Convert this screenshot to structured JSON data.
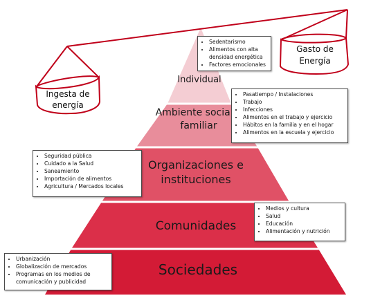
{
  "scale": {
    "left_bucket": {
      "line1": "Ingesta de",
      "line2": "energía"
    },
    "right_bucket": {
      "line1": "Gasto de",
      "line2": "Energía"
    }
  },
  "levels": [
    {
      "label1": "Individual",
      "label2": "",
      "color": "#f4cdd3"
    },
    {
      "label1": "Ambiente social y",
      "label2": "familiar",
      "color": "#e88d9b"
    },
    {
      "label1": "Organizaciones e",
      "label2": "instituciones",
      "color": "#e05166"
    },
    {
      "label1": "Comunidades",
      "label2": "",
      "color": "#db2f49"
    },
    {
      "label1": "Sociedades",
      "label2": "",
      "color": "#d31b36"
    }
  ],
  "boxes": {
    "individual": {
      "items": [
        "Sedentarismo",
        "Alimentos con alta",
        "densidad energética",
        "Factores emocionales"
      ]
    },
    "social": {
      "items": [
        "Pasatiempo / Instalaciones",
        "Trabajo",
        "Infecciones",
        "Alimentos en el trabajo y ejercicio",
        "Hábitos en la familia y en el hogar",
        "Alimentos en la escuela y ejercicio"
      ]
    },
    "organizations": {
      "items": [
        "Seguridad pública",
        "Cuidado a la Salud",
        "Saneamiento",
        "Importación de alimentos",
        "Agricultura / Mercados locales"
      ]
    },
    "communities": {
      "items": [
        "Medios y cultura",
        "Salud",
        "Educación",
        "Alimentación y nutrición"
      ]
    },
    "societies": {
      "items": [
        "Urbanización",
        "Globalización de mercados",
        "Programas en los medios de",
        "comunicación y publicidad"
      ]
    }
  },
  "colors": {
    "scale_line": "#c0001a",
    "separator": "#ffffff"
  }
}
